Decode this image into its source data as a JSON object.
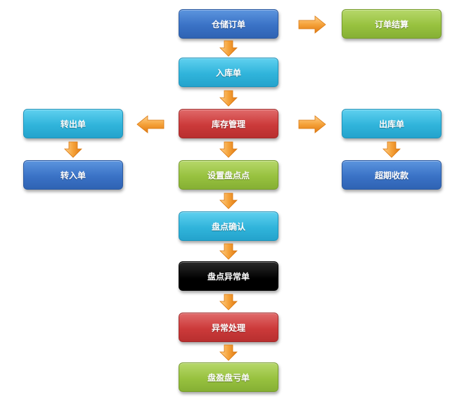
{
  "nodes": {
    "warehouse_order": "仓储订单",
    "order_settlement": "订单结算",
    "inbound_order": "入库单",
    "transfer_out": "转出单",
    "inventory_management": "库存管理",
    "outbound_order": "出库单",
    "transfer_in": "转入单",
    "set_stocktake_point": "设置盘点点",
    "overdue_collection": "超期收款",
    "stocktake_confirm": "盘点确认",
    "stocktake_exception": "盘点异常单",
    "exception_handling": "异常处理",
    "surplus_loss": "盘盈盘亏单"
  },
  "colors": {
    "blue": "#3a72c6",
    "cyan": "#30b4db",
    "red": "#cc3a3a",
    "green": "#98c23f",
    "black": "#000000",
    "arrow": "#f08a1c"
  }
}
